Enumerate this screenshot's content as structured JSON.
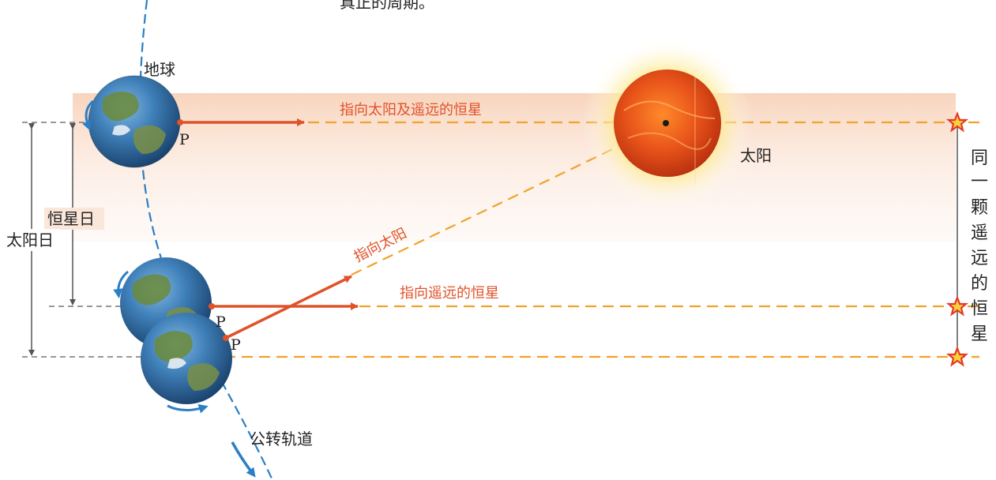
{
  "top_text": "真正的周期。",
  "labels": {
    "earth": "地球",
    "sun": "太阳",
    "orbit": "公转轨道",
    "sidereal_day": "恒星日",
    "solar_day": "太阳日",
    "p1": "P",
    "p2": "P",
    "p3": "P"
  },
  "arrows": {
    "to_sun_and_star": "指向太阳及遥远的恒星",
    "to_sun": "指向太阳",
    "to_star": "指向遥远的恒星"
  },
  "vertical_caption": [
    "同",
    "一",
    "颗",
    "遥",
    "远",
    "的",
    "恒",
    "星"
  ],
  "colors": {
    "arrow_red": "#e0522a",
    "dashed_orange": "#f0a22a",
    "orbit_blue": "#2a7fc6",
    "band_peach": "#f9d9c4",
    "star_red": "#e53a2a",
    "star_yellow": "#f7d23a"
  }
}
